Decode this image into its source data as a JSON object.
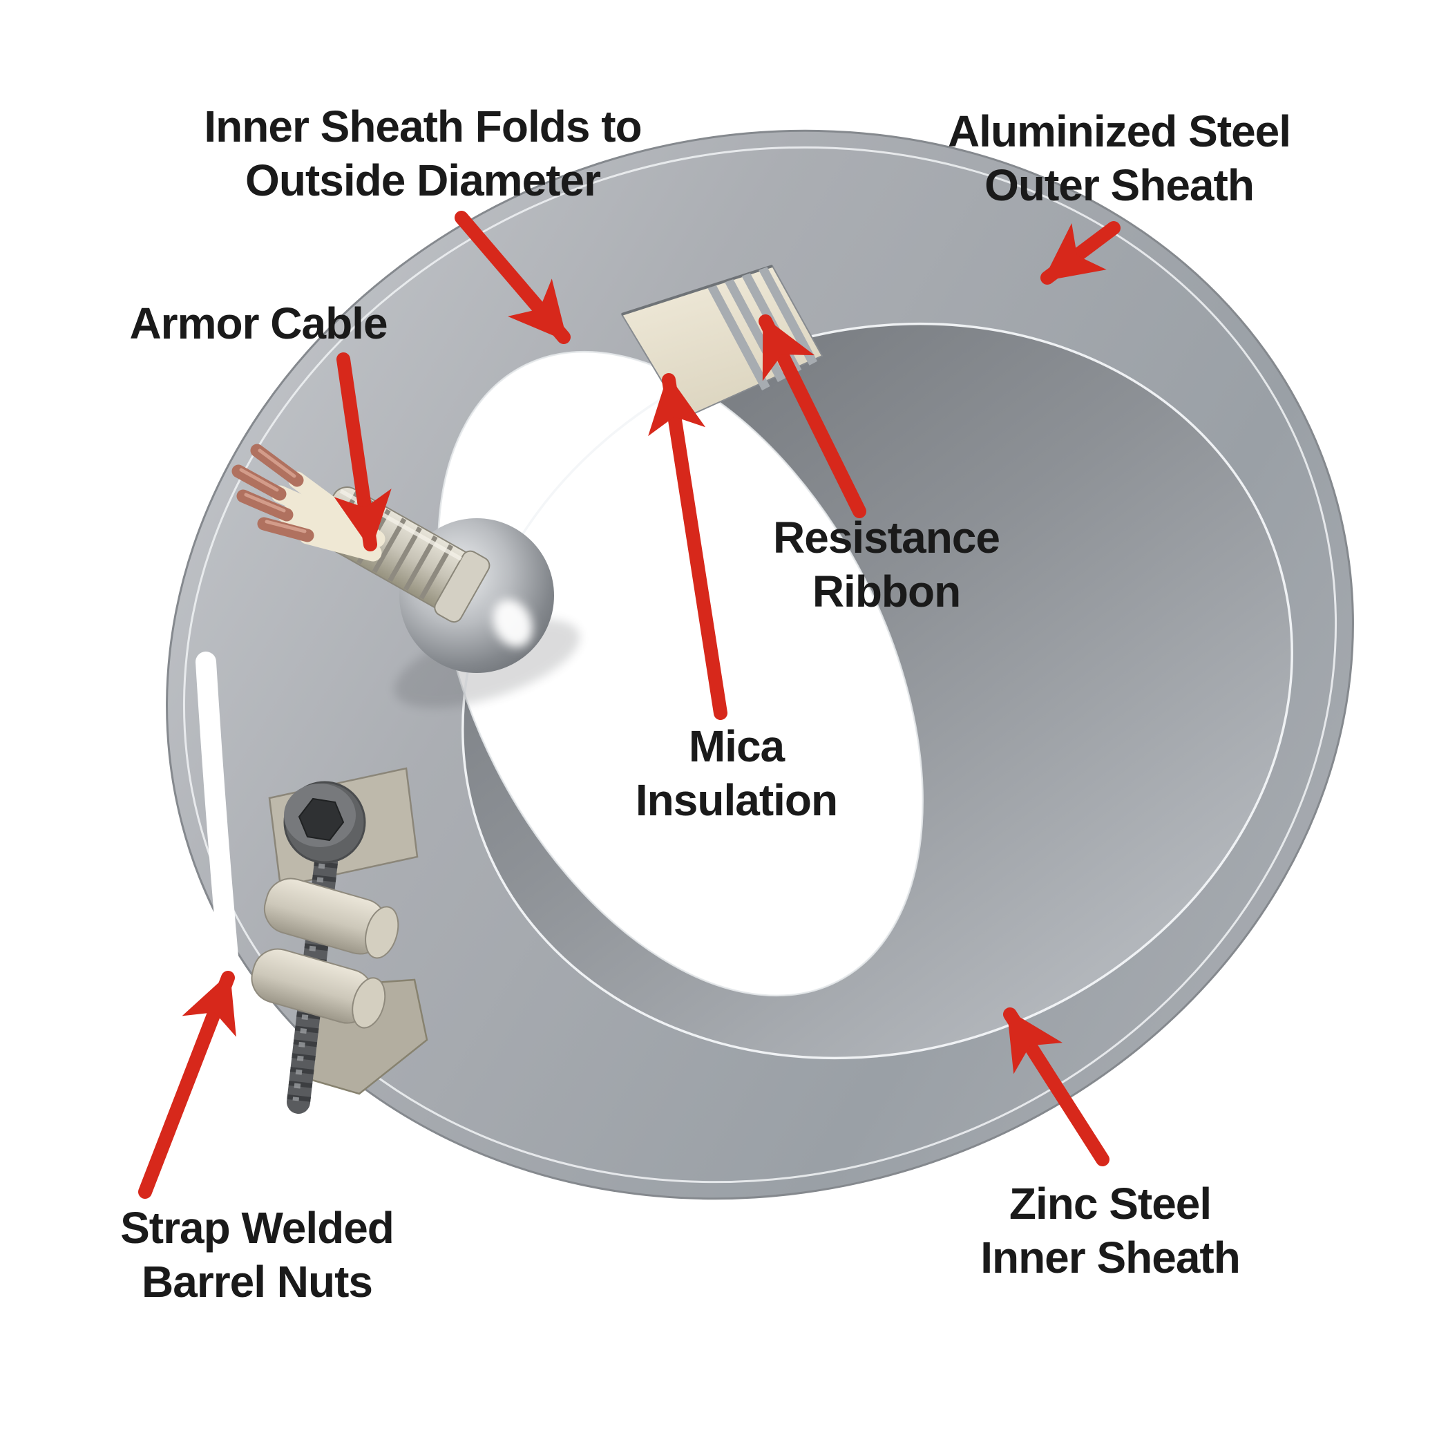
{
  "labels": {
    "inner_sheath_fold": {
      "lines": [
        "Inner Sheath Folds to",
        "Outside Diameter"
      ]
    },
    "aluminized_outer": {
      "lines": [
        "Aluminized Steel",
        "Outer Sheath"
      ]
    },
    "armor_cable": {
      "lines": [
        "Armor Cable"
      ]
    },
    "resistance_ribbon": {
      "lines": [
        "Resistance",
        "Ribbon"
      ]
    },
    "mica_insulation": {
      "lines": [
        "Mica",
        "Insulation"
      ]
    },
    "strap_welded": {
      "lines": [
        "Strap Welded",
        "Barrel Nuts"
      ]
    },
    "zinc_inner": {
      "lines": [
        "Zinc Steel",
        "Inner Sheath"
      ]
    }
  },
  "colors": {
    "background": "#ffffff",
    "label_text": "#1a1a1a",
    "arrow_red": "#d7281b",
    "outer_sheath_light": "#c6c9cd",
    "outer_sheath_mid": "#9aa0a6",
    "inner_wall_gray": "#84888e",
    "mica_cream": "#ece5d2",
    "ribbon_stripe_gray": "#a7acb1",
    "copper": "#b0715f",
    "wire_insulation": "#efe8d4",
    "hardware_bone": "#cfcabc",
    "screw_dark": "#5b5d60"
  }
}
